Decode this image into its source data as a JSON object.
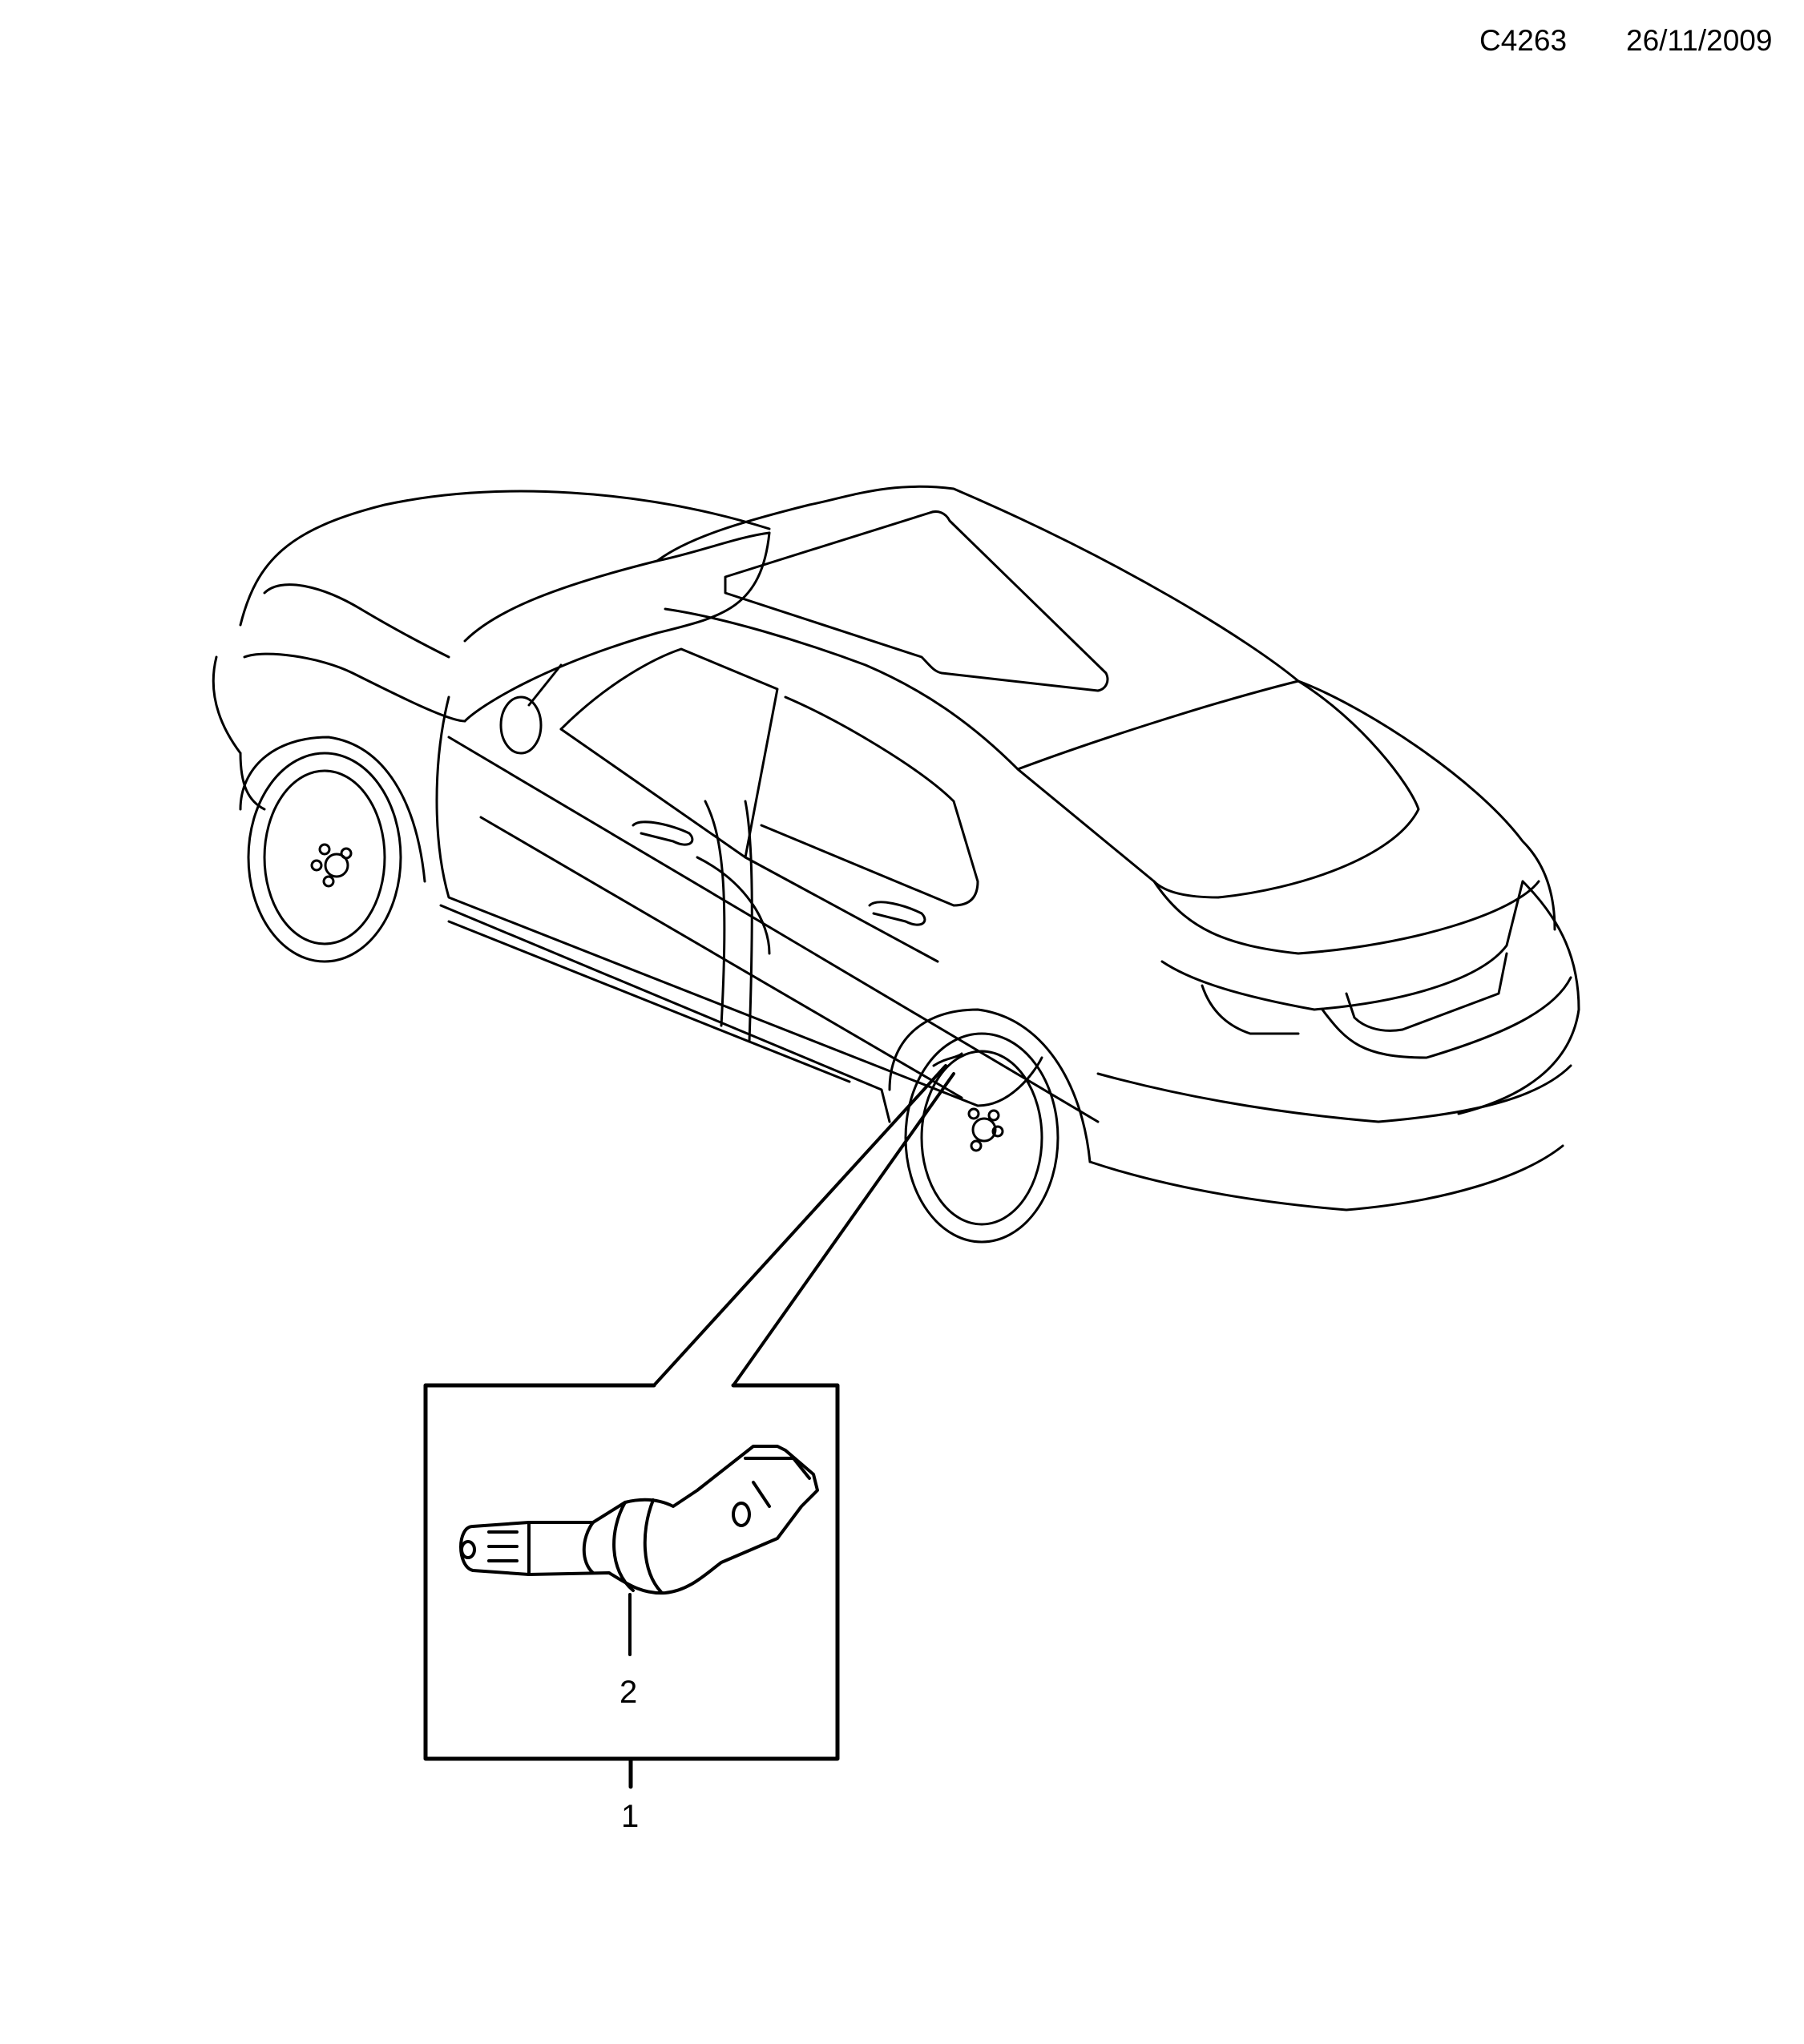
{
  "header": {
    "diagram_code": "C4263",
    "date": "26/11/2009"
  },
  "diagram": {
    "subject": "vehicle-sedan-rear-three-quarter-view",
    "detail_box": {
      "part": "tire-pressure-sensor",
      "callouts": [
        {
          "number": "1",
          "target": "detail-box-assembly"
        },
        {
          "number": "2",
          "target": "tire-pressure-sensor-valve"
        }
      ]
    }
  }
}
